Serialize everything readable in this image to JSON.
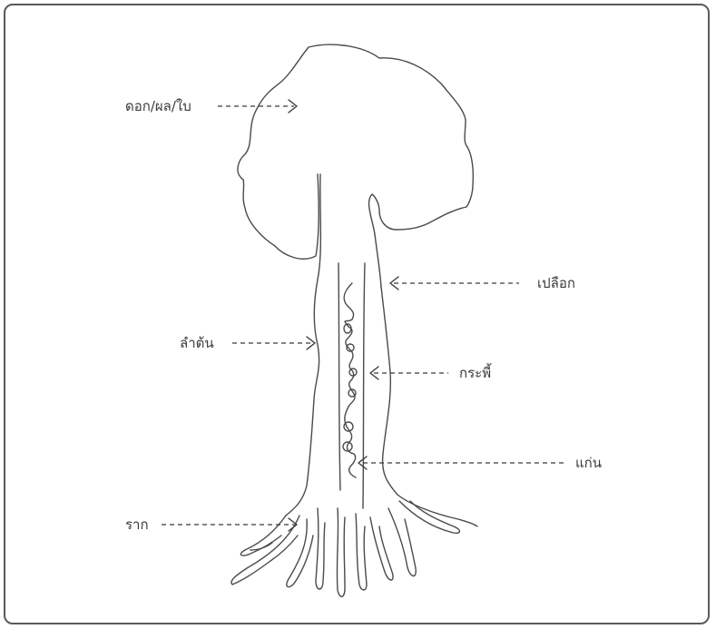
{
  "labels": {
    "crown": "ดอก/ผล/ใบ",
    "bark": "เปลือก",
    "trunk": "ลำต้น",
    "wood": "กระพี้",
    "core": "แก่น",
    "root": "ราก"
  }
}
